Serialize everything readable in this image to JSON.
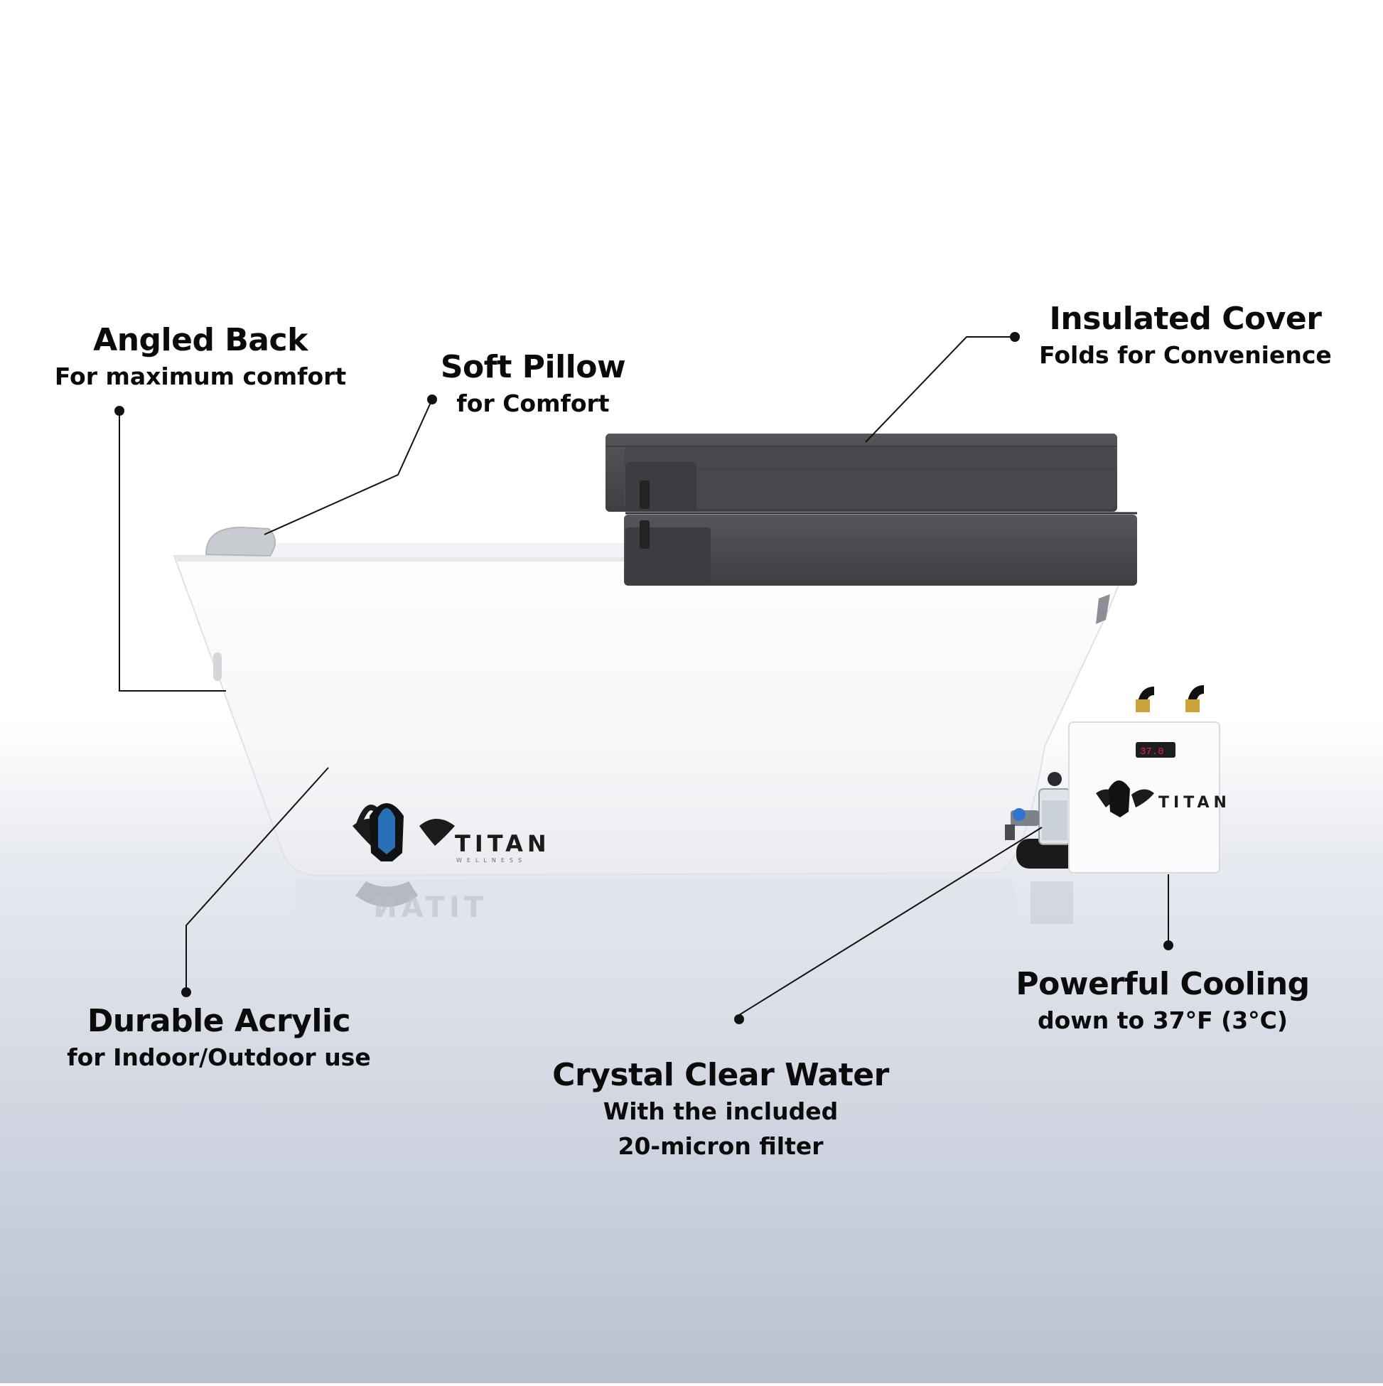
{
  "callouts": {
    "angled_back": {
      "title": "Angled Back",
      "subtitle": "For maximum comfort"
    },
    "soft_pillow": {
      "title": "Soft Pillow",
      "subtitle": "for Comfort"
    },
    "insulated_cover": {
      "title": "Insulated Cover",
      "subtitle": "Folds for Convenience"
    },
    "durable_acrylic": {
      "title": "Durable Acrylic",
      "subtitle": "for Indoor/Outdoor use"
    },
    "crystal_clear_water": {
      "title": "Crystal Clear Water",
      "subtitle_line1": "With the included",
      "subtitle_line2": "20-micron filter"
    },
    "powerful_cooling": {
      "title": "Powerful Cooling",
      "subtitle": "down to 37°F (3°C)"
    }
  },
  "product": {
    "tub_brand": "TITAN",
    "tub_brand_sub": "WELLNESS",
    "chiller_brand": "TITAN",
    "chiller_display": "37.0"
  },
  "colors": {
    "background_top": "#ffffff",
    "background_bottom": "#b9c1d1",
    "tub": "#ffffff",
    "cover": "#4a4b4d",
    "leader_line": "#111111"
  }
}
